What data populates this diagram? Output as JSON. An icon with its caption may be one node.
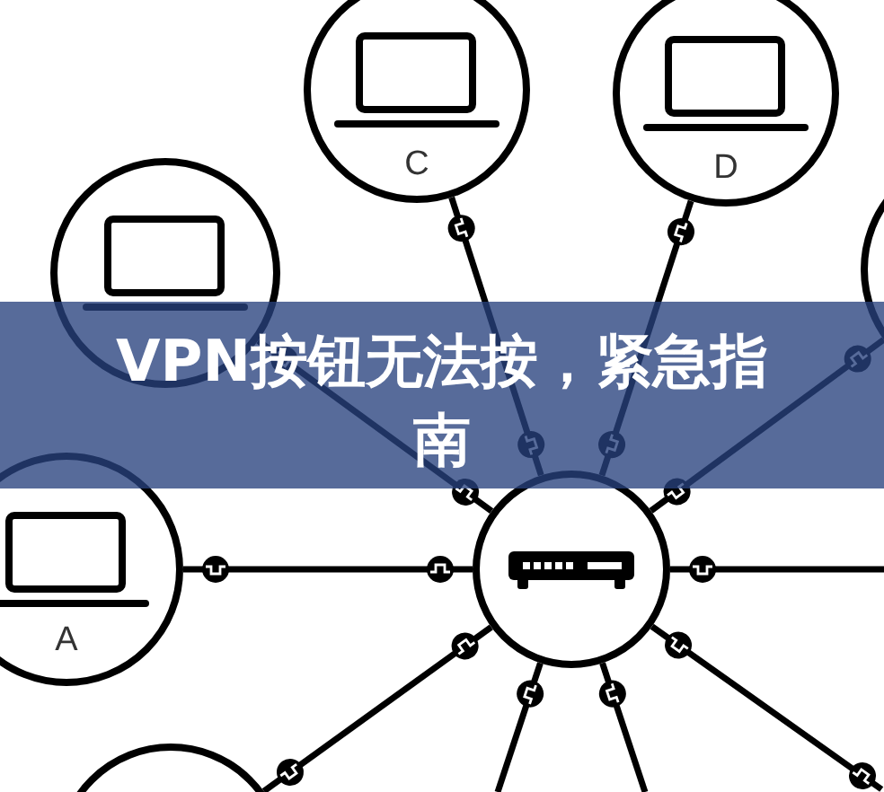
{
  "diagram": {
    "title": "VPN按钮无法按，紧急指南",
    "nodes": [
      {
        "text": [
          "C"
        ]
      },
      {
        "text": [
          "D"
        ]
      },
      {
        "text": [],
        "shape": "circle"
      },
      {
        "text": [],
        "shape": "circle"
      },
      {
        "text": [
          "A"
        ]
      },
      {
        "text": [],
        "shape": "circle"
      },
      {
        "text": [],
        "shape": "circle"
      }
    ],
    "edges": [
      {
        "from": 5,
        "to": 4,
        "arrow": "other"
      },
      {
        "from": 5,
        "to": 2,
        "arrow": "other"
      },
      {
        "from": 5,
        "to": 0,
        "arrow": "other"
      },
      {
        "from": 5,
        "to": 1,
        "arrow": "other"
      },
      {
        "from": 5,
        "to": 3,
        "arrow": "other"
      },
      {
        "from": 5,
        "to": null,
        "arrow": "other"
      },
      {
        "from": 5,
        "to": null,
        "arrow": "other"
      },
      {
        "from": 5,
        "to": null,
        "arrow": "other"
      },
      {
        "from": 5,
        "to": null,
        "arrow": "other"
      },
      {
        "from": 5,
        "to": 6,
        "arrow": "other"
      }
    ]
  }
}
